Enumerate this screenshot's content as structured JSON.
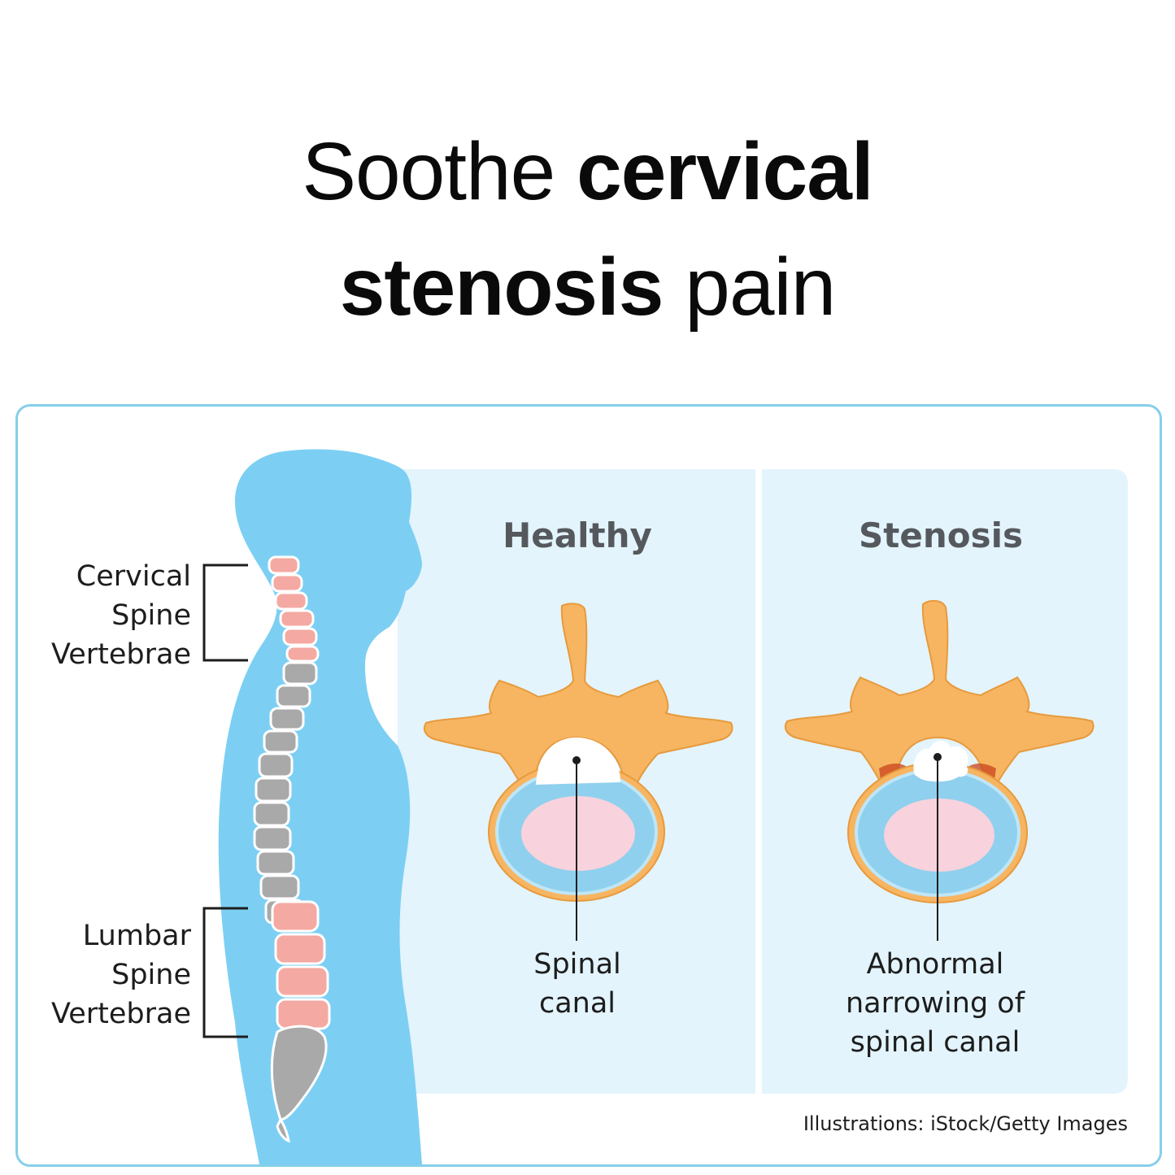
{
  "headline": {
    "part1": "Soothe ",
    "part2": "cervical",
    "part3": "stenosis",
    "part4": " pain"
  },
  "diagram": {
    "labels": {
      "cervical": [
        "Cervical",
        "Spine",
        "Vertebrae"
      ],
      "lumbar": [
        "Lumbar",
        "Spine",
        "Vertebrae"
      ]
    },
    "panels": {
      "healthy": {
        "title": "Healthy",
        "caption": [
          "Spinal",
          "canal"
        ]
      },
      "stenosis": {
        "title": "Stenosis",
        "caption": [
          "Abnormal",
          "narrowing of",
          "spinal canal"
        ]
      }
    },
    "credit": "Illustrations: iStock/Getty Images"
  },
  "colors": {
    "body": "#7ccff3",
    "panel": "#e3f4fc",
    "card_border": "#86cfe9",
    "bone": "#f7b562",
    "disc_outer": "#8fd0ee",
    "disc_inner": "#f8d2dc",
    "highlight_vertebra": "#f4a9a2",
    "gray_vertebra": "#a9a9a9"
  }
}
